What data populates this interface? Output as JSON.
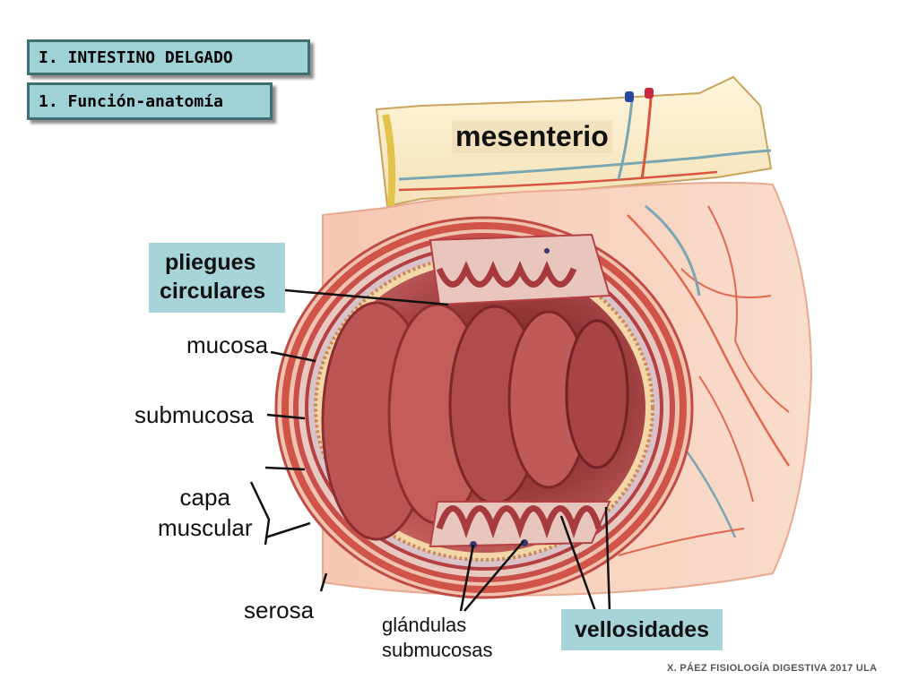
{
  "header": {
    "section": "I. INTESTINO DELGADO",
    "subsection": "1. Función-anatomía"
  },
  "labels": {
    "mesenterio": "mesenterio",
    "pliegues_line1": "pliegues",
    "pliegues_line2": "circulares",
    "mucosa": "mucosa",
    "submucosa": "submucosa",
    "capa_line1": "capa",
    "capa_line2": "muscular",
    "serosa": "serosa",
    "glandulas_line1": "glándulas",
    "glandulas_line2": "submucosas",
    "vellosidades": "vellosidades"
  },
  "footer": {
    "credit": "X. PÁEZ   FISIOLOGÍA DIGESTIVA 2017  ULA"
  },
  "colors": {
    "label_box": "#a7d4d8",
    "header_box": "#9fd2d6",
    "tissue_red": "#b8464a",
    "outer_pink": "#f1b7a3"
  }
}
